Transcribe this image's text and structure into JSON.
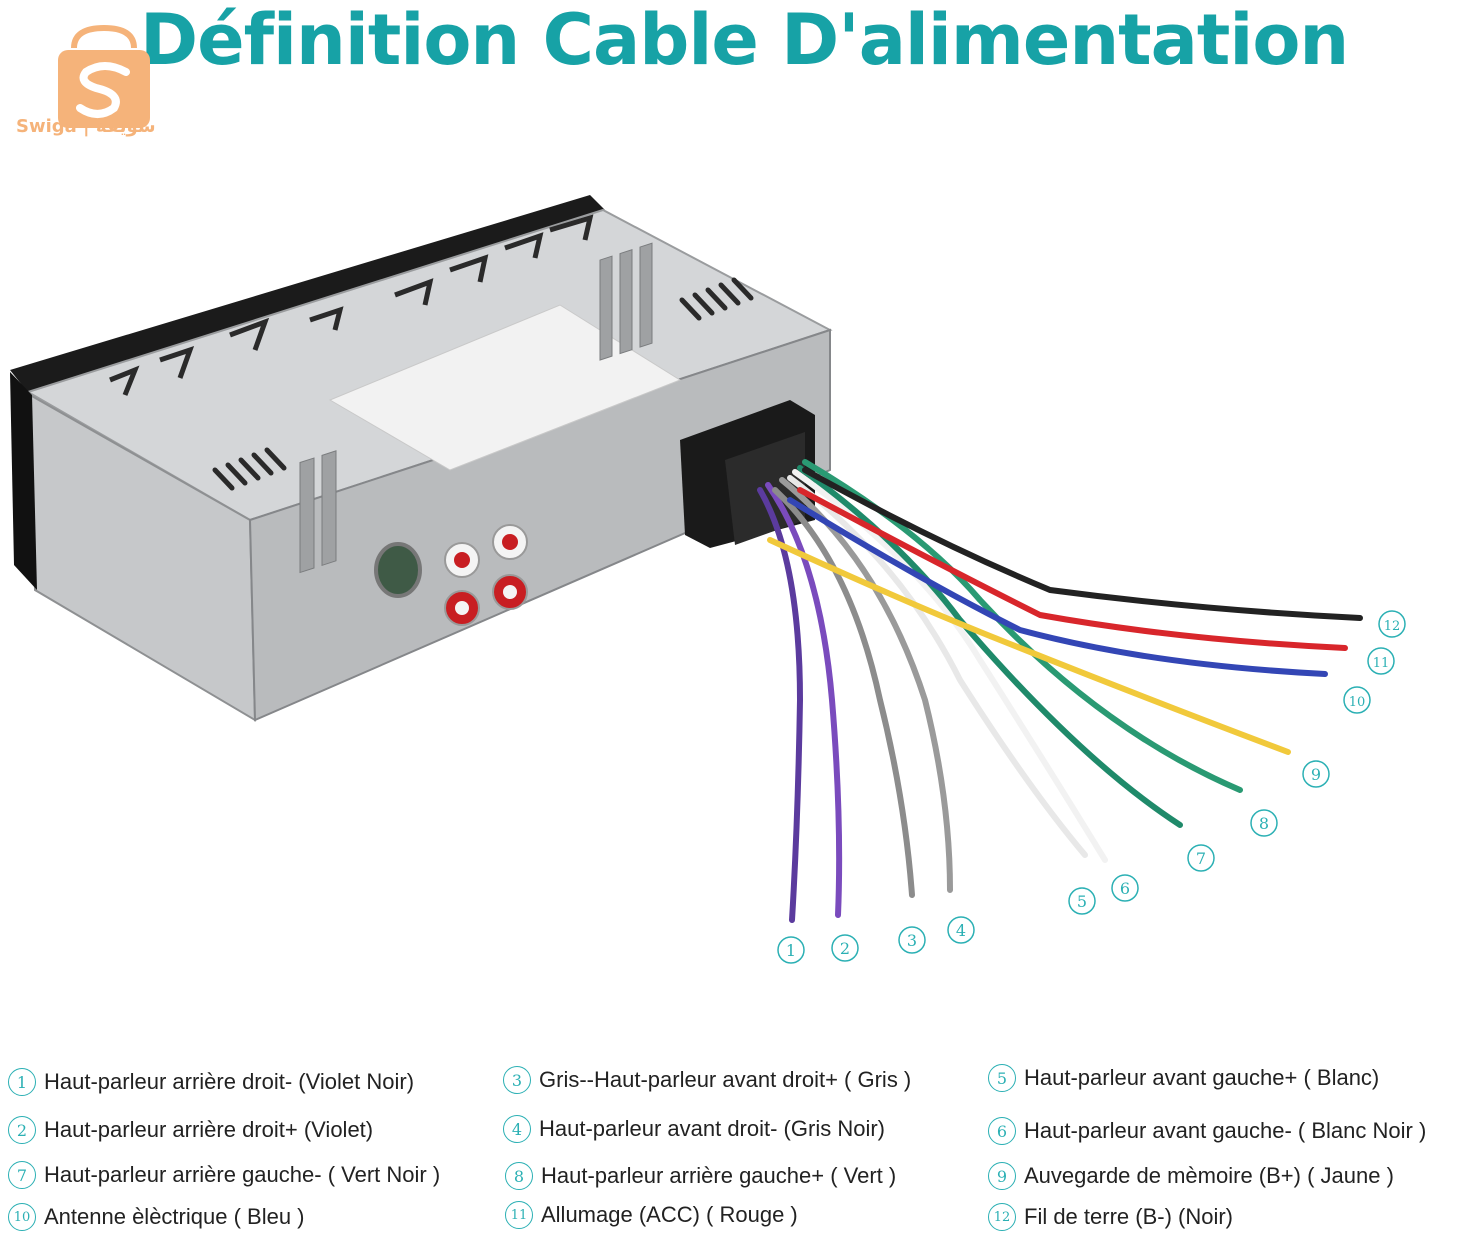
{
  "header": {
    "title": "Définition Cable D'alimentation",
    "logo_text": "Swiga | سويقة"
  },
  "colors": {
    "title": "#17a2a6",
    "badge": "#2bb0b4",
    "logo": "#f5b37a"
  },
  "wire_numbers": [
    "1",
    "2",
    "3",
    "4",
    "5",
    "6",
    "7",
    "8",
    "9",
    "10",
    "11",
    "12"
  ],
  "wires": [
    {
      "num": "1",
      "color": "#5b3b9e"
    },
    {
      "num": "2",
      "color": "#7a4bbd"
    },
    {
      "num": "3",
      "color": "#8c8c8c"
    },
    {
      "num": "4",
      "color": "#9a9a9a"
    },
    {
      "num": "5",
      "color": "#e8e8e8"
    },
    {
      "num": "6",
      "color": "#f2f2f2"
    },
    {
      "num": "7",
      "color": "#1f8a6a"
    },
    {
      "num": "8",
      "color": "#2a9a73"
    },
    {
      "num": "9",
      "color": "#f1c93b"
    },
    {
      "num": "10",
      "color": "#3346b5"
    },
    {
      "num": "11",
      "color": "#d8262b"
    },
    {
      "num": "12",
      "color": "#222222"
    }
  ],
  "legend": [
    {
      "num": "1",
      "text": "Haut-parleur arrière droit- (Violet Noir)"
    },
    {
      "num": "3",
      "text": "Gris--Haut-parleur avant droit+ ( Gris )"
    },
    {
      "num": "5",
      "text": "Haut-parleur avant gauche+ ( Blanc)"
    },
    {
      "num": "2",
      "text": "Haut-parleur arrière droit+ (Violet)"
    },
    {
      "num": "4",
      "text": "Haut-parleur avant droit- (Gris Noir)"
    },
    {
      "num": "6",
      "text": "Haut-parleur avant gauche- ( Blanc Noir )"
    },
    {
      "num": "7",
      "text": "Haut-parleur arrière gauche- ( Vert Noir )"
    },
    {
      "num": "8",
      "text": "Haut-parleur arrière gauche+ ( Vert )"
    },
    {
      "num": "9",
      "text": "Auvegarde de mèmoire (B+) ( Jaune )"
    },
    {
      "num": "10",
      "text": "Antenne èlèctrique ( Bleu )"
    },
    {
      "num": "11",
      "text": "Allumage (ACC) ( Rouge )"
    },
    {
      "num": "12",
      "text": "Fil de terre (B-) (Noir)"
    }
  ]
}
